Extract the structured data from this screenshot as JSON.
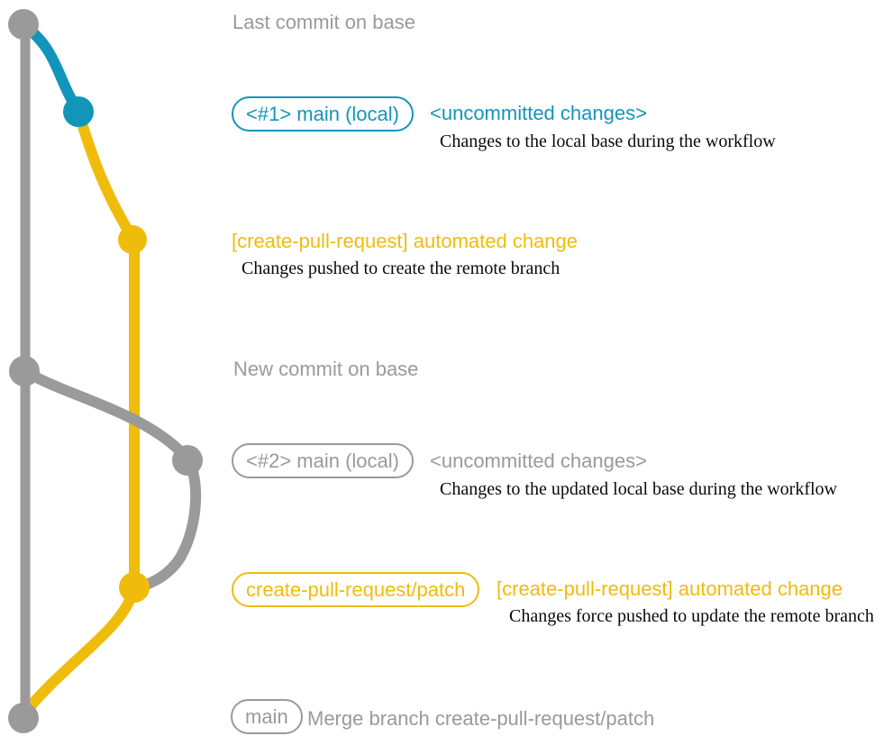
{
  "colors": {
    "gray": "#9A9A9A",
    "blue": "#1295BB",
    "yellow": "#F0BC0B",
    "caption": "#0A0A0A",
    "background": "#FFFFFF"
  },
  "annotations": {
    "last_commit": {
      "label": "Last commit on base"
    },
    "main_local_1": {
      "tag": "<#1> main (local)",
      "heading": "<uncommitted changes>",
      "caption": "Changes to the local base during the workflow"
    },
    "automated_change_1": {
      "heading": "[create-pull-request] automated change",
      "caption": "Changes pushed to create the remote branch"
    },
    "new_commit": {
      "label": "New commit on base"
    },
    "main_local_2": {
      "tag": "<#2> main (local)",
      "heading": "<uncommitted changes>",
      "caption": "Changes to the updated local base during the workflow"
    },
    "automated_change_2": {
      "tag": "create-pull-request/patch",
      "heading": "[create-pull-request] automated change",
      "caption": "Changes force pushed to update the remote branch"
    },
    "merge": {
      "tag": "main",
      "caption": "Merge branch create-pull-request/patch"
    }
  },
  "graph": {
    "branches": [
      {
        "name": "base",
        "color_key": "gray"
      },
      {
        "name": "main (local)",
        "color_key": "blue"
      },
      {
        "name": "create-pull-request/patch",
        "color_key": "yellow"
      }
    ],
    "commits": [
      {
        "name": "last-commit-on-base",
        "branch": "base",
        "annotation": "Last commit on base"
      },
      {
        "name": "main-local-1-uncommitted-changes",
        "branch": "main (local)",
        "annotation": "<#1> main (local) <uncommitted changes>"
      },
      {
        "name": "automated-change-1",
        "branch": "create-pull-request/patch",
        "annotation": "[create-pull-request] automated change"
      },
      {
        "name": "new-commit-on-base",
        "branch": "base",
        "annotation": "New commit on base"
      },
      {
        "name": "main-local-2-uncommitted-changes",
        "branch": "base",
        "annotation": "<#2> main (local) <uncommitted changes>"
      },
      {
        "name": "automated-change-2",
        "branch": "create-pull-request/patch",
        "annotation": "create-pull-request/patch [create-pull-request] automated change"
      },
      {
        "name": "merge-commit",
        "branch": "base",
        "annotation": "main — Merge branch create-pull-request/patch"
      }
    ]
  }
}
